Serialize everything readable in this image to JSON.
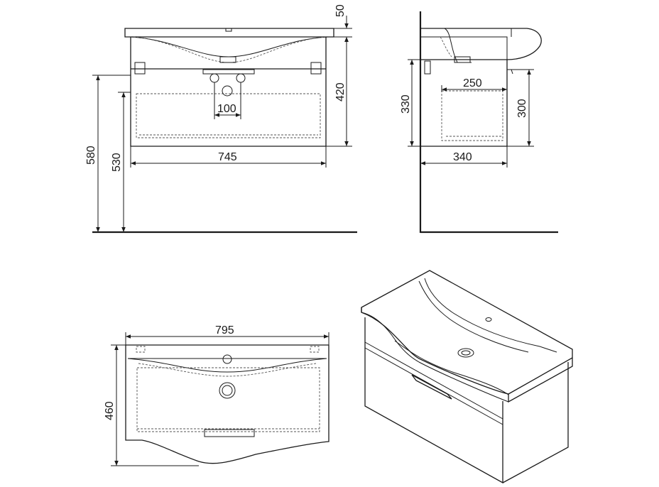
{
  "dimensions": {
    "front_top_thickness": "50",
    "front_cabinet_height": "420",
    "front_tap_spacing": "100",
    "front_cabinet_width": "745",
    "front_total_height": "580",
    "front_cabinet_bottom_height": "530",
    "side_cabinet_height": "330",
    "side_drawer_depth": "250",
    "side_drawer_height": "300",
    "side_cabinet_depth": "340",
    "top_width": "795",
    "top_depth": "460"
  },
  "colors": {
    "line": "#1a1a1a",
    "hidden_line": "#555555",
    "background": "#ffffff"
  }
}
